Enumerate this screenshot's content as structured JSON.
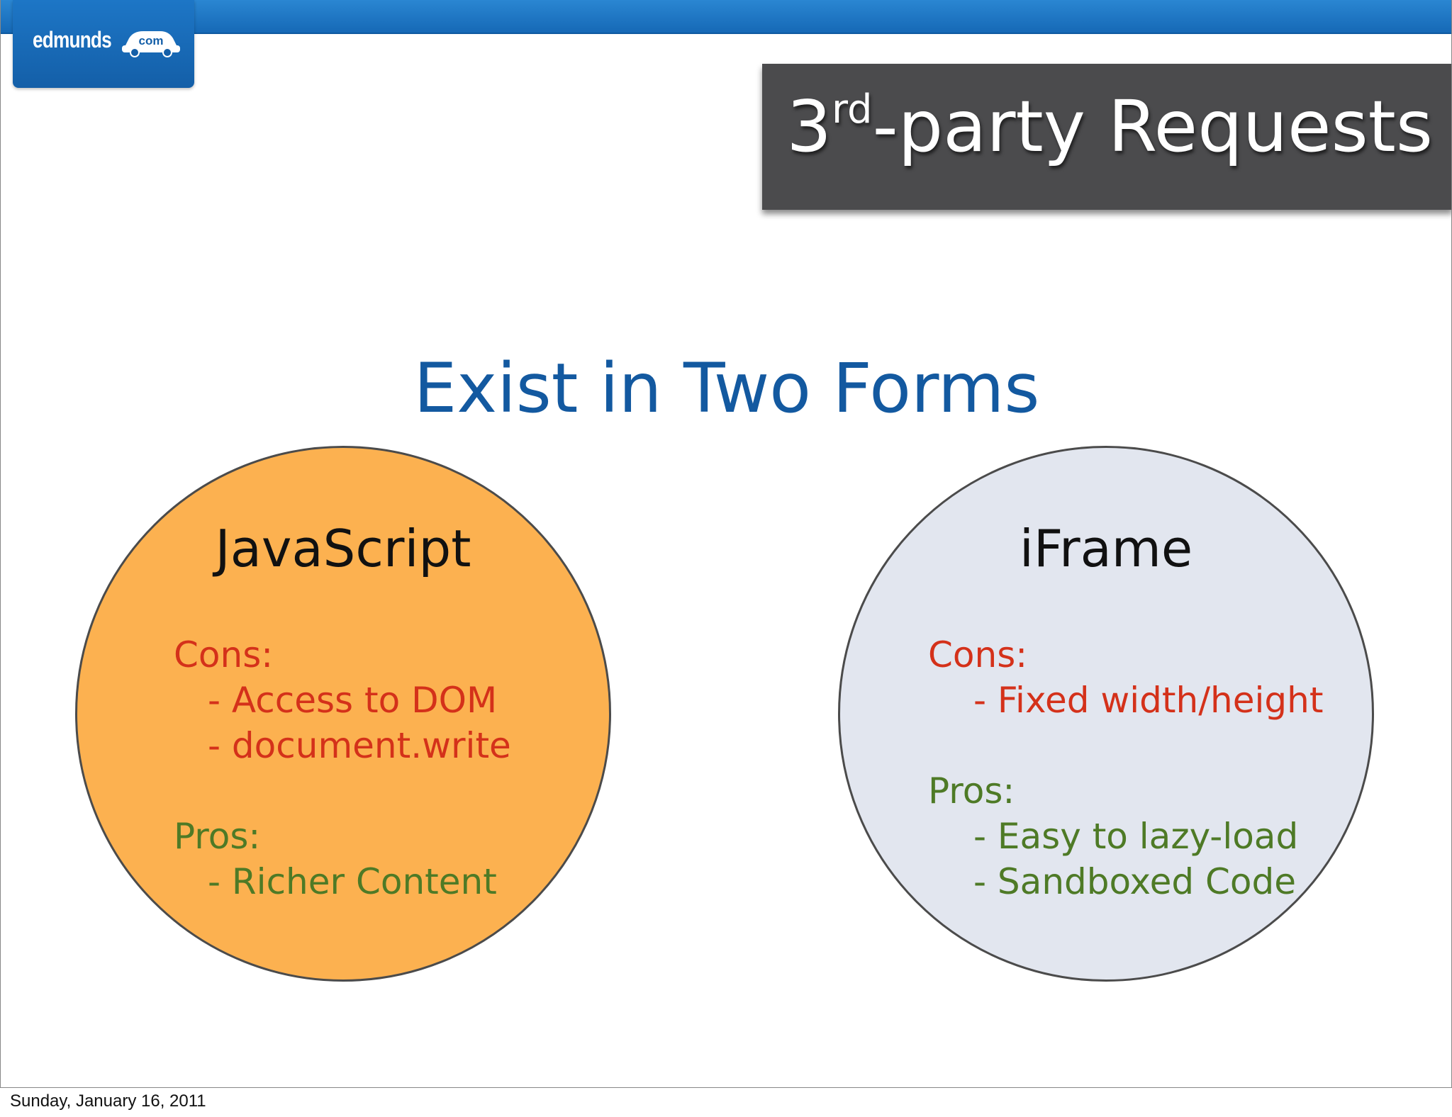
{
  "header": {
    "logo_text": "edmunds",
    "logo_badge": "com"
  },
  "slide": {
    "title_prefix": "3",
    "title_sup": "rd",
    "title_suffix": "-party Requests",
    "subtitle": "Exist in Two Forms"
  },
  "forms": [
    {
      "name": "JavaScript",
      "cons_label": "Cons:",
      "cons": [
        "- Access to DOM",
        "- document.write"
      ],
      "pros_label": "Pros:",
      "pros": [
        "- Richer Content"
      ]
    },
    {
      "name": "iFrame",
      "cons_label": "Cons:",
      "cons": [
        "- Fixed width/height"
      ],
      "pros_label": "Pros:",
      "pros": [
        "- Easy to lazy-load",
        "- Sandboxed Code"
      ]
    }
  ],
  "footer": {
    "date": "Sunday, January 16, 2011"
  },
  "colors": {
    "accent_blue": "#1359a0",
    "js_circle": "#fcb150",
    "iframe_circle": "#e2e6ef",
    "cons": "#d4311a",
    "pros": "#4e7a26"
  }
}
